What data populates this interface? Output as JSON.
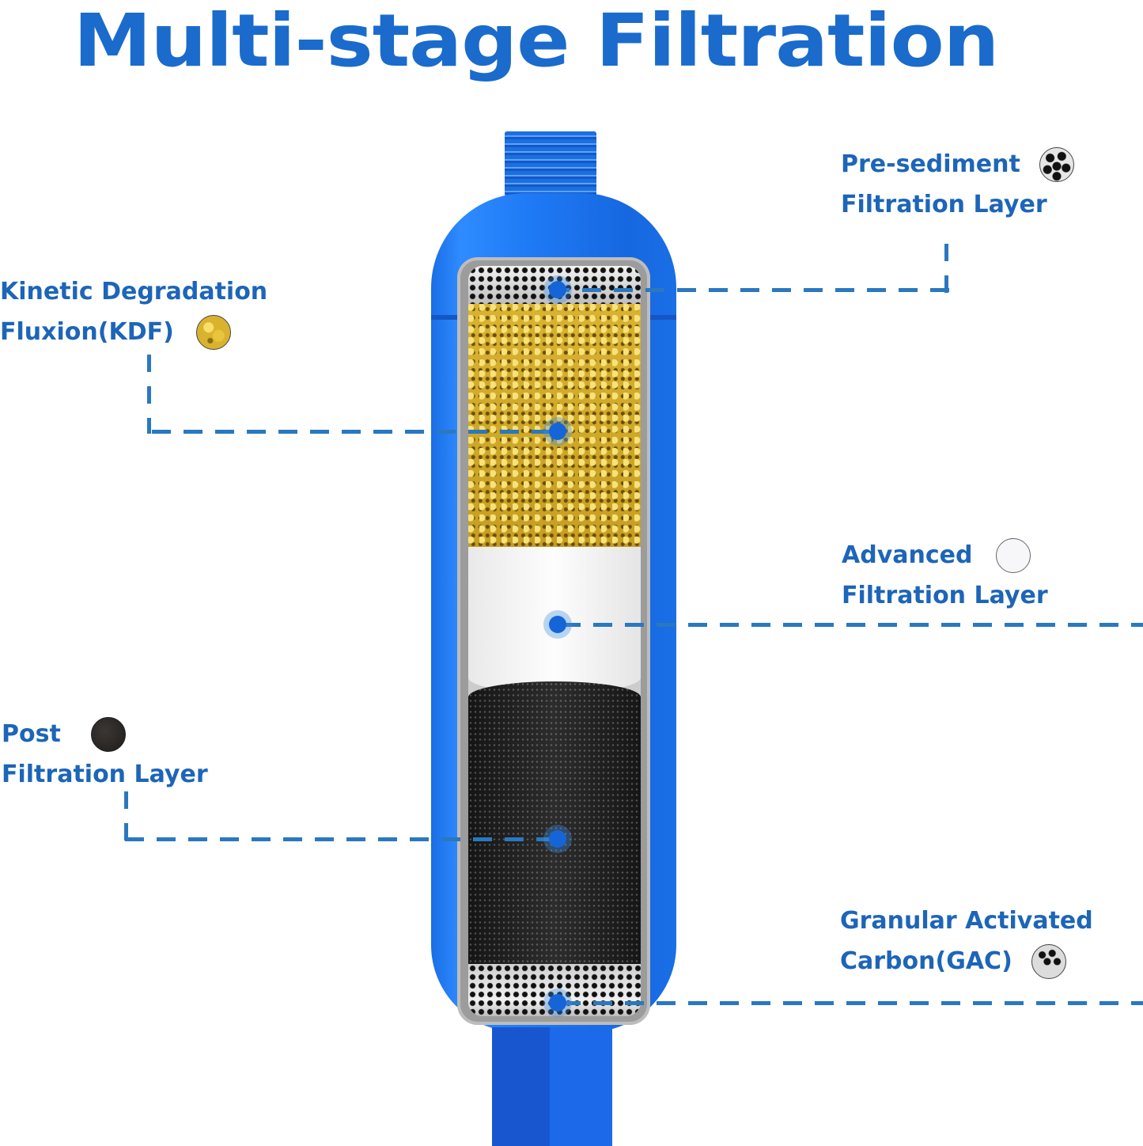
{
  "title": "Multi-stage Filtration",
  "colors": {
    "accent": "#1a6bcc",
    "label": "#1d65b8",
    "connector": "#2a78bf",
    "device_body": "#1f7af5"
  },
  "layers": [
    {
      "id": "pre-sediment",
      "line1": "Pre-sediment",
      "line2": "Filtration Layer",
      "swatch": "perforated-mesh-icon",
      "side": "right"
    },
    {
      "id": "kdf",
      "line1": "Kinetic Degradation",
      "line2": "Fluxion(KDF)",
      "swatch": "kdf-granules-icon",
      "side": "left"
    },
    {
      "id": "advanced",
      "line1": "Advanced",
      "line2": "Filtration Layer",
      "swatch": "white-cotton-icon",
      "side": "right"
    },
    {
      "id": "post",
      "line1": "Post",
      "line2": "Filtration Layer",
      "swatch": "black-carbon-block-icon",
      "side": "left"
    },
    {
      "id": "gac",
      "line1": "Granular Activated",
      "line2": "Carbon(GAC)",
      "swatch": "gac-mesh-icon",
      "side": "right"
    }
  ]
}
